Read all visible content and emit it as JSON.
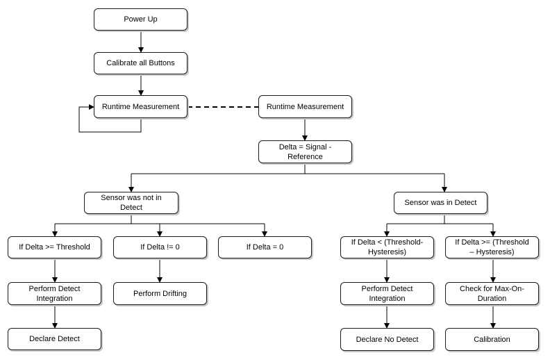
{
  "diagram": {
    "nodes": {
      "power_up": "Power Up",
      "calibrate_all": "Calibrate all Buttons",
      "runtime_1": "Runtime Measurement",
      "runtime_2": "Runtime Measurement",
      "delta": "Delta = Signal -\nReference",
      "not_in_detect": "Sensor was not in\nDetect",
      "in_detect": "Sensor was in Detect",
      "delta_ge_threshold": "If Delta >= Threshold",
      "delta_ne_0": "If Delta != 0",
      "delta_eq_0": "If Delta = 0",
      "delta_lt_th_hyst": "If Delta < (Threshold-\nHysteresis)",
      "delta_ge_th_hyst": "If Delta >= (Threshold\n– Hysteresis)",
      "perform_detect_integration_1": "Perform Detect\nIntegration",
      "perform_drifting": "Perform Drifting",
      "perform_detect_integration_2": "Perform Detect\nIntegration",
      "check_max_on": "Check for Max-On-\nDuration",
      "declare_detect": "Declare Detect",
      "declare_no_detect": "Declare No Detect",
      "calibration": "Calibration"
    }
  }
}
